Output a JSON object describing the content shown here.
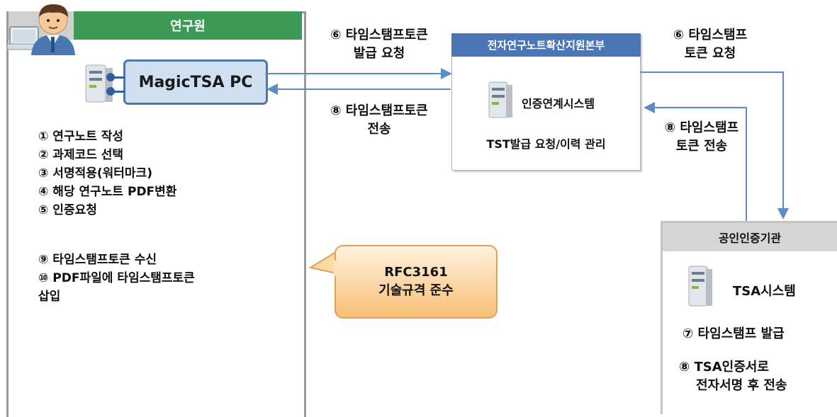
{
  "researcher": {
    "title": "연구원",
    "pc_label": "MagicTSA PC",
    "steps": [
      "① 연구노트 작성",
      "② 과제코드 선택",
      "③ 서명적용(워터마크)",
      "④ 해당 연구노트 PDF변환",
      "⑤ 인증요청"
    ],
    "steps2": [
      "⑨ 타임스탬프토큰 수신",
      "⑩ PDF파일에 타임스탬프토큰",
      "삽입"
    ]
  },
  "callout": {
    "line1": "RFC3161",
    "line2": "기술규격 준수"
  },
  "center": {
    "title": "전자연구노트확산지원본부",
    "system": "인증연계시스템",
    "desc": "TST발급 요청/이력 관리"
  },
  "authority": {
    "title": "공인인증기관",
    "system": "TSA시스템",
    "step7": "⑦ 타임스탬프 발급",
    "step8a": "⑧ TSA인증서로",
    "step8b": "전자서명 후 전송"
  },
  "arrows": {
    "req_left_1": "⑥ 타임스탬프토큰",
    "req_left_2": "발급 요청",
    "send_left_1": "⑧ 타임스탬프토큰",
    "send_left_2": "전송",
    "req_right_1": "⑥ 타임스탬프",
    "req_right_2": "토큰 요청",
    "send_right_1": "⑧ 타임스탬프",
    "send_right_2": "토큰 전송"
  },
  "colors": {
    "researcher_header": "#3c9a55",
    "center_header": "#4a76b8",
    "arrow": "#5b8bc9",
    "callout_border": "#e2a055"
  }
}
